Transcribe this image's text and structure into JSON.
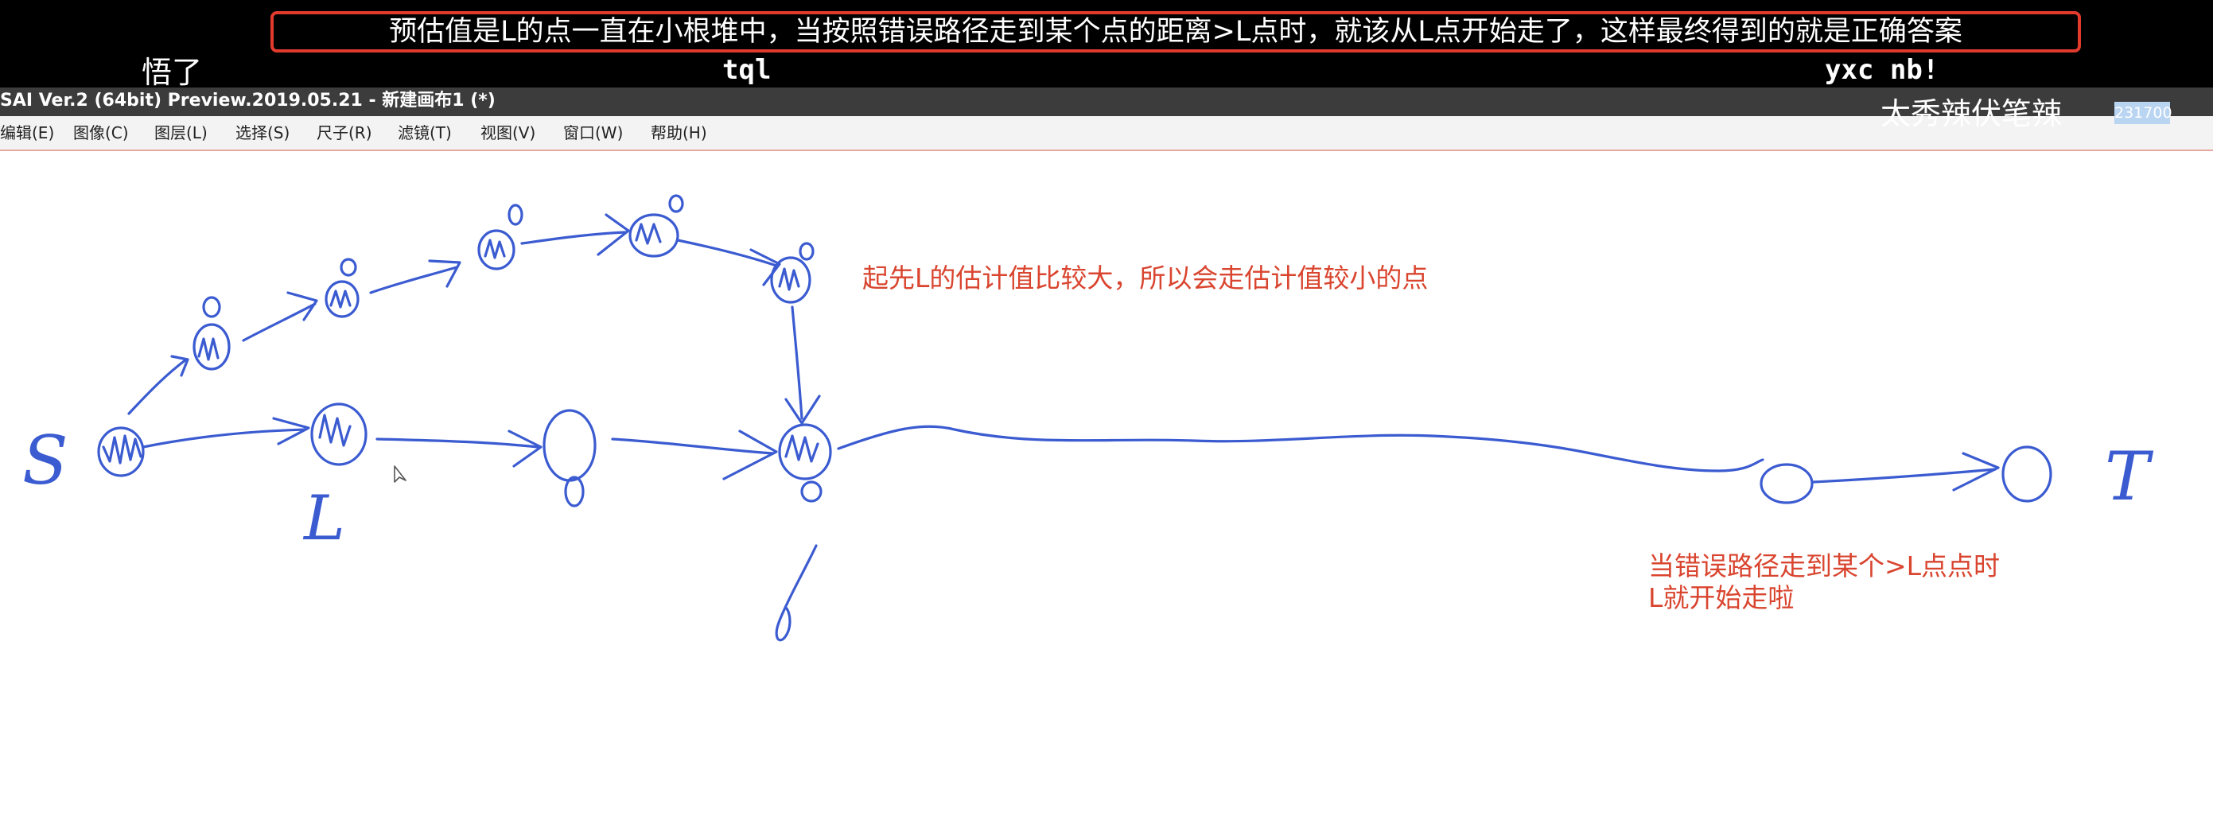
{
  "danmaku": {
    "highlight": "预估值是L的点一直在小根堆中，当按照错误路径走到某个点的距离>L点时，就该从L点开始走了，这样最终得到的就是正确答案",
    "wule": "悟了",
    "tql": "tql",
    "yxc": "yxc nb!",
    "taixiu": "太秀辣伏笔辣"
  },
  "window": {
    "title": "SAI Ver.2 (64bit) Preview.2019.05.21 - 新建画布1 (*)"
  },
  "menu": [
    {
      "label": "编辑(E)"
    },
    {
      "label": "图像(C)"
    },
    {
      "label": "图层(L)"
    },
    {
      "label": "选择(S)"
    },
    {
      "label": "尺子(R)"
    },
    {
      "label": "滤镜(T)"
    },
    {
      "label": "视图(V)"
    },
    {
      "label": "窗口(W)"
    },
    {
      "label": "帮助(H)"
    }
  ],
  "status_value": "231700",
  "canvas": {
    "notes": {
      "note1": "起先L的估计值比较大，所以会走估计值较小的点",
      "note2": "当错误路径走到某个>L点点时",
      "note3": "L就开始走啦"
    },
    "labels": {
      "start": "S",
      "end": "T",
      "l_node": "L"
    }
  },
  "colors": {
    "ink": "#3b5bd1",
    "note": "#d9452f",
    "highlight_border": "#e23b2e"
  }
}
